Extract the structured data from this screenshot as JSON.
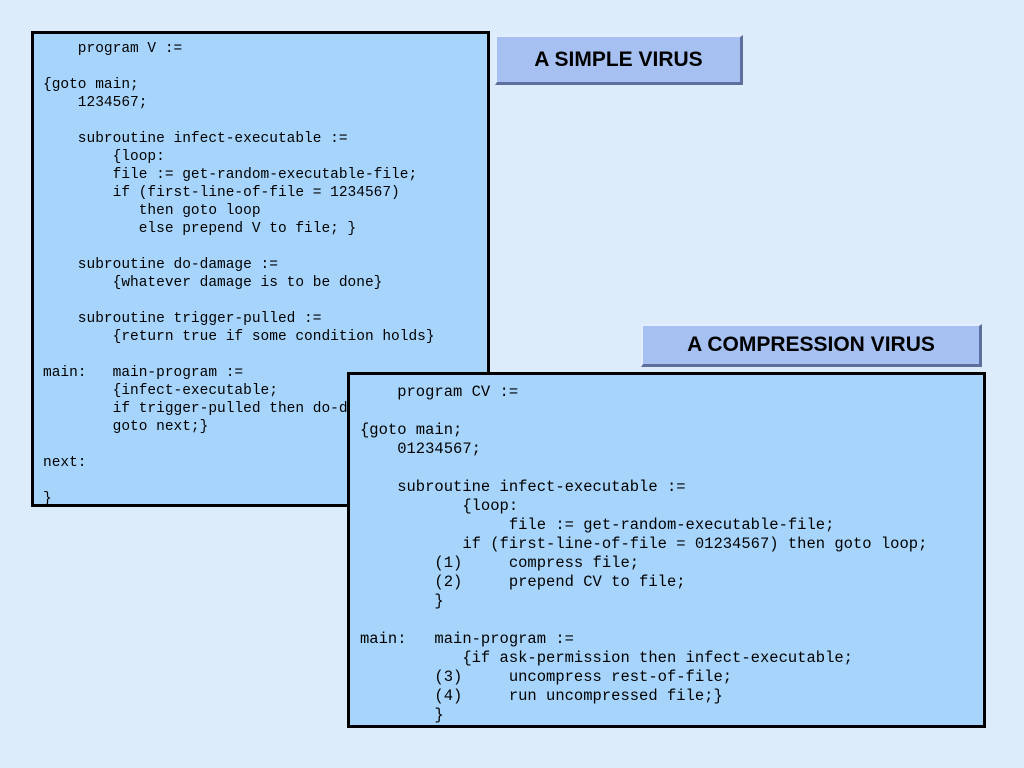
{
  "simple_virus": {
    "title": "A SIMPLE VIRUS",
    "code_lines": [
      "    program V :=",
      "",
      "{goto main;",
      "    1234567;",
      "",
      "    subroutine infect-executable :=",
      "        {loop:",
      "        file := get-random-executable-file;",
      "        if (first-line-of-file = 1234567)",
      "           then goto loop",
      "           else prepend V to file; }",
      "",
      "    subroutine do-damage :=",
      "        {whatever damage is to be done}",
      "",
      "    subroutine trigger-pulled :=",
      "        {return true if some condition holds}",
      "",
      "main:   main-program :=",
      "        {infect-executable;",
      "        if trigger-pulled then do-damage;",
      "        goto next;}",
      "",
      "next:",
      "",
      "}"
    ]
  },
  "compression_virus": {
    "title": "A COMPRESSION VIRUS",
    "code_lines": [
      "    program CV :=",
      "",
      "{goto main;",
      "    01234567;",
      "",
      "    subroutine infect-executable :=",
      "           {loop:",
      "                file := get-random-executable-file;",
      "           if (first-line-of-file = 01234567) then goto loop;",
      "        (1)     compress file;",
      "        (2)     prepend CV to file;",
      "        }",
      "",
      "main:   main-program :=",
      "           {if ask-permission then infect-executable;",
      "        (3)     uncompress rest-of-file;",
      "        (4)     run uncompressed file;}",
      "        }"
    ]
  }
}
